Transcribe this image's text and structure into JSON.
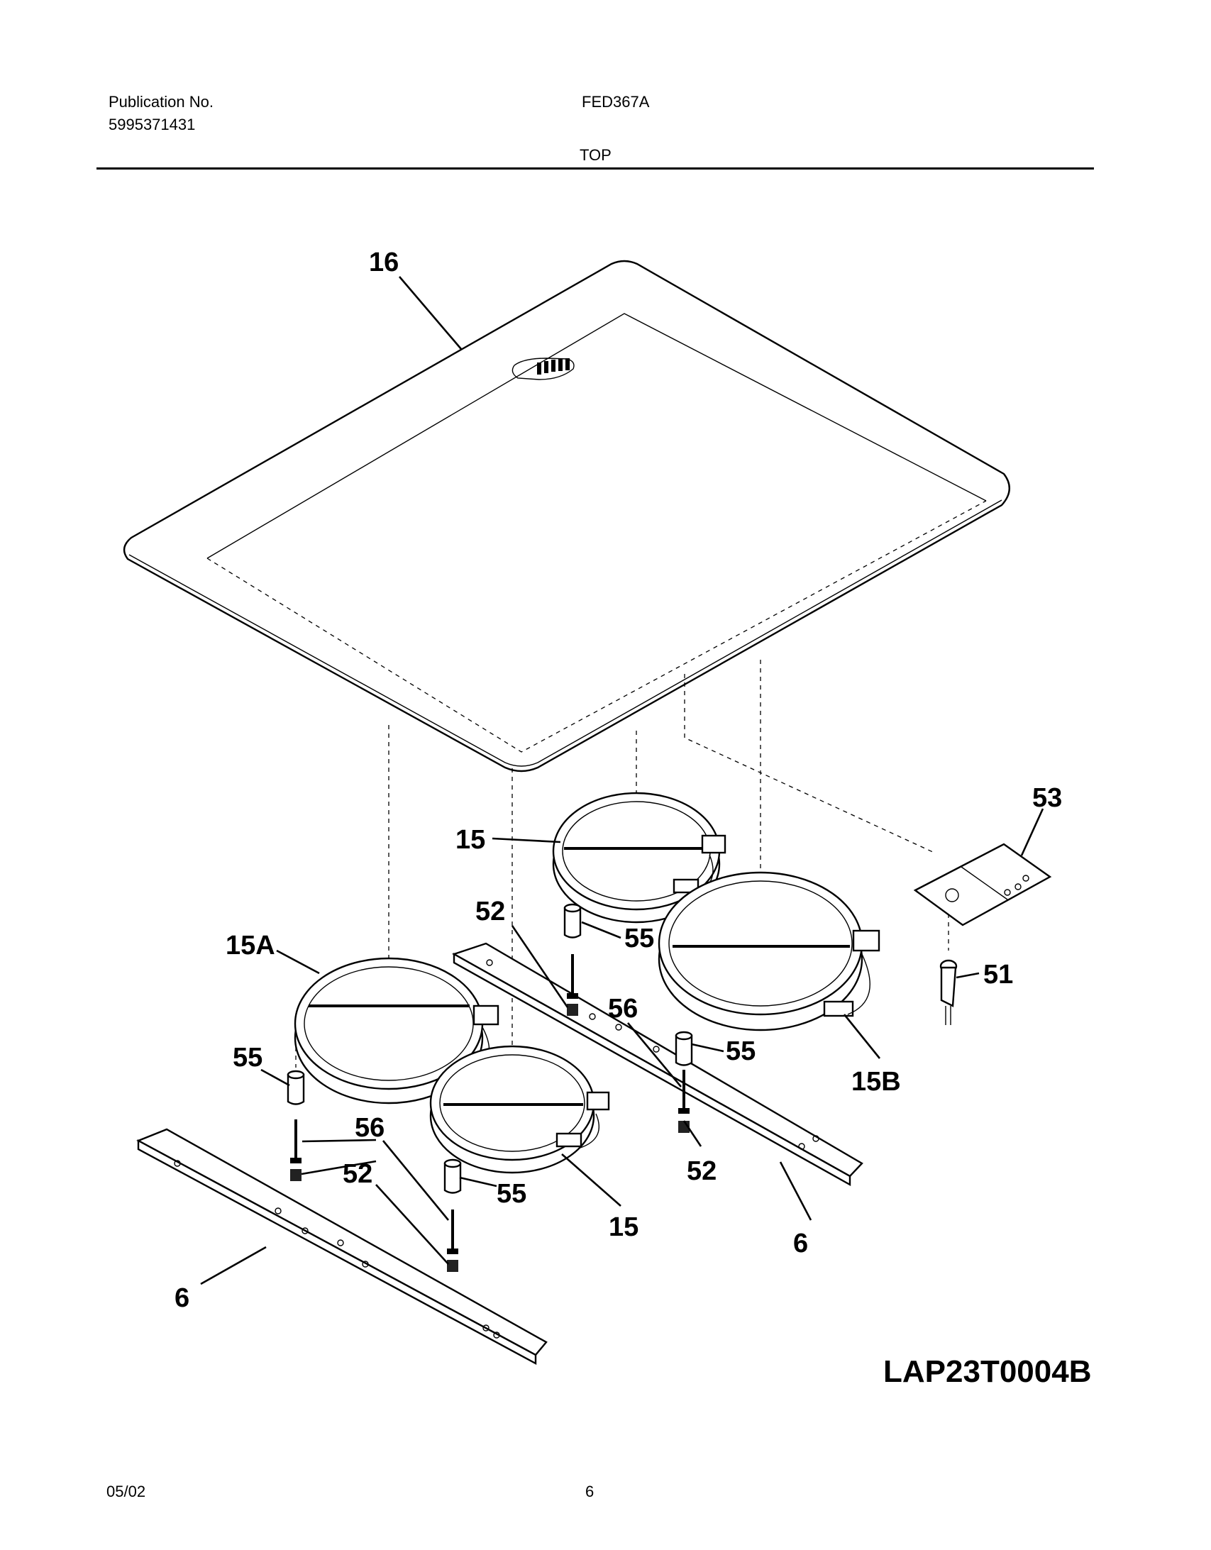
{
  "header": {
    "publication_label": "Publication No.",
    "publication_number": "5995371431",
    "model": "FED367A",
    "section": "TOP"
  },
  "callouts": {
    "c16": "16",
    "c53": "53",
    "c15_top": "15",
    "c15A": "15A",
    "c52_a": "52",
    "c55_a": "55",
    "c51": "51",
    "c56_a": "56",
    "c55_b": "55",
    "c15B": "15B",
    "c55_c": "55",
    "c56_b": "56",
    "c52_b": "52",
    "c55_d": "55",
    "c52_c": "52",
    "c15_bottom": "15",
    "c6_right": "6",
    "c6_left": "6"
  },
  "drawing_ref": "LAP23T0004B",
  "footer": {
    "date": "05/02",
    "page": "6"
  }
}
